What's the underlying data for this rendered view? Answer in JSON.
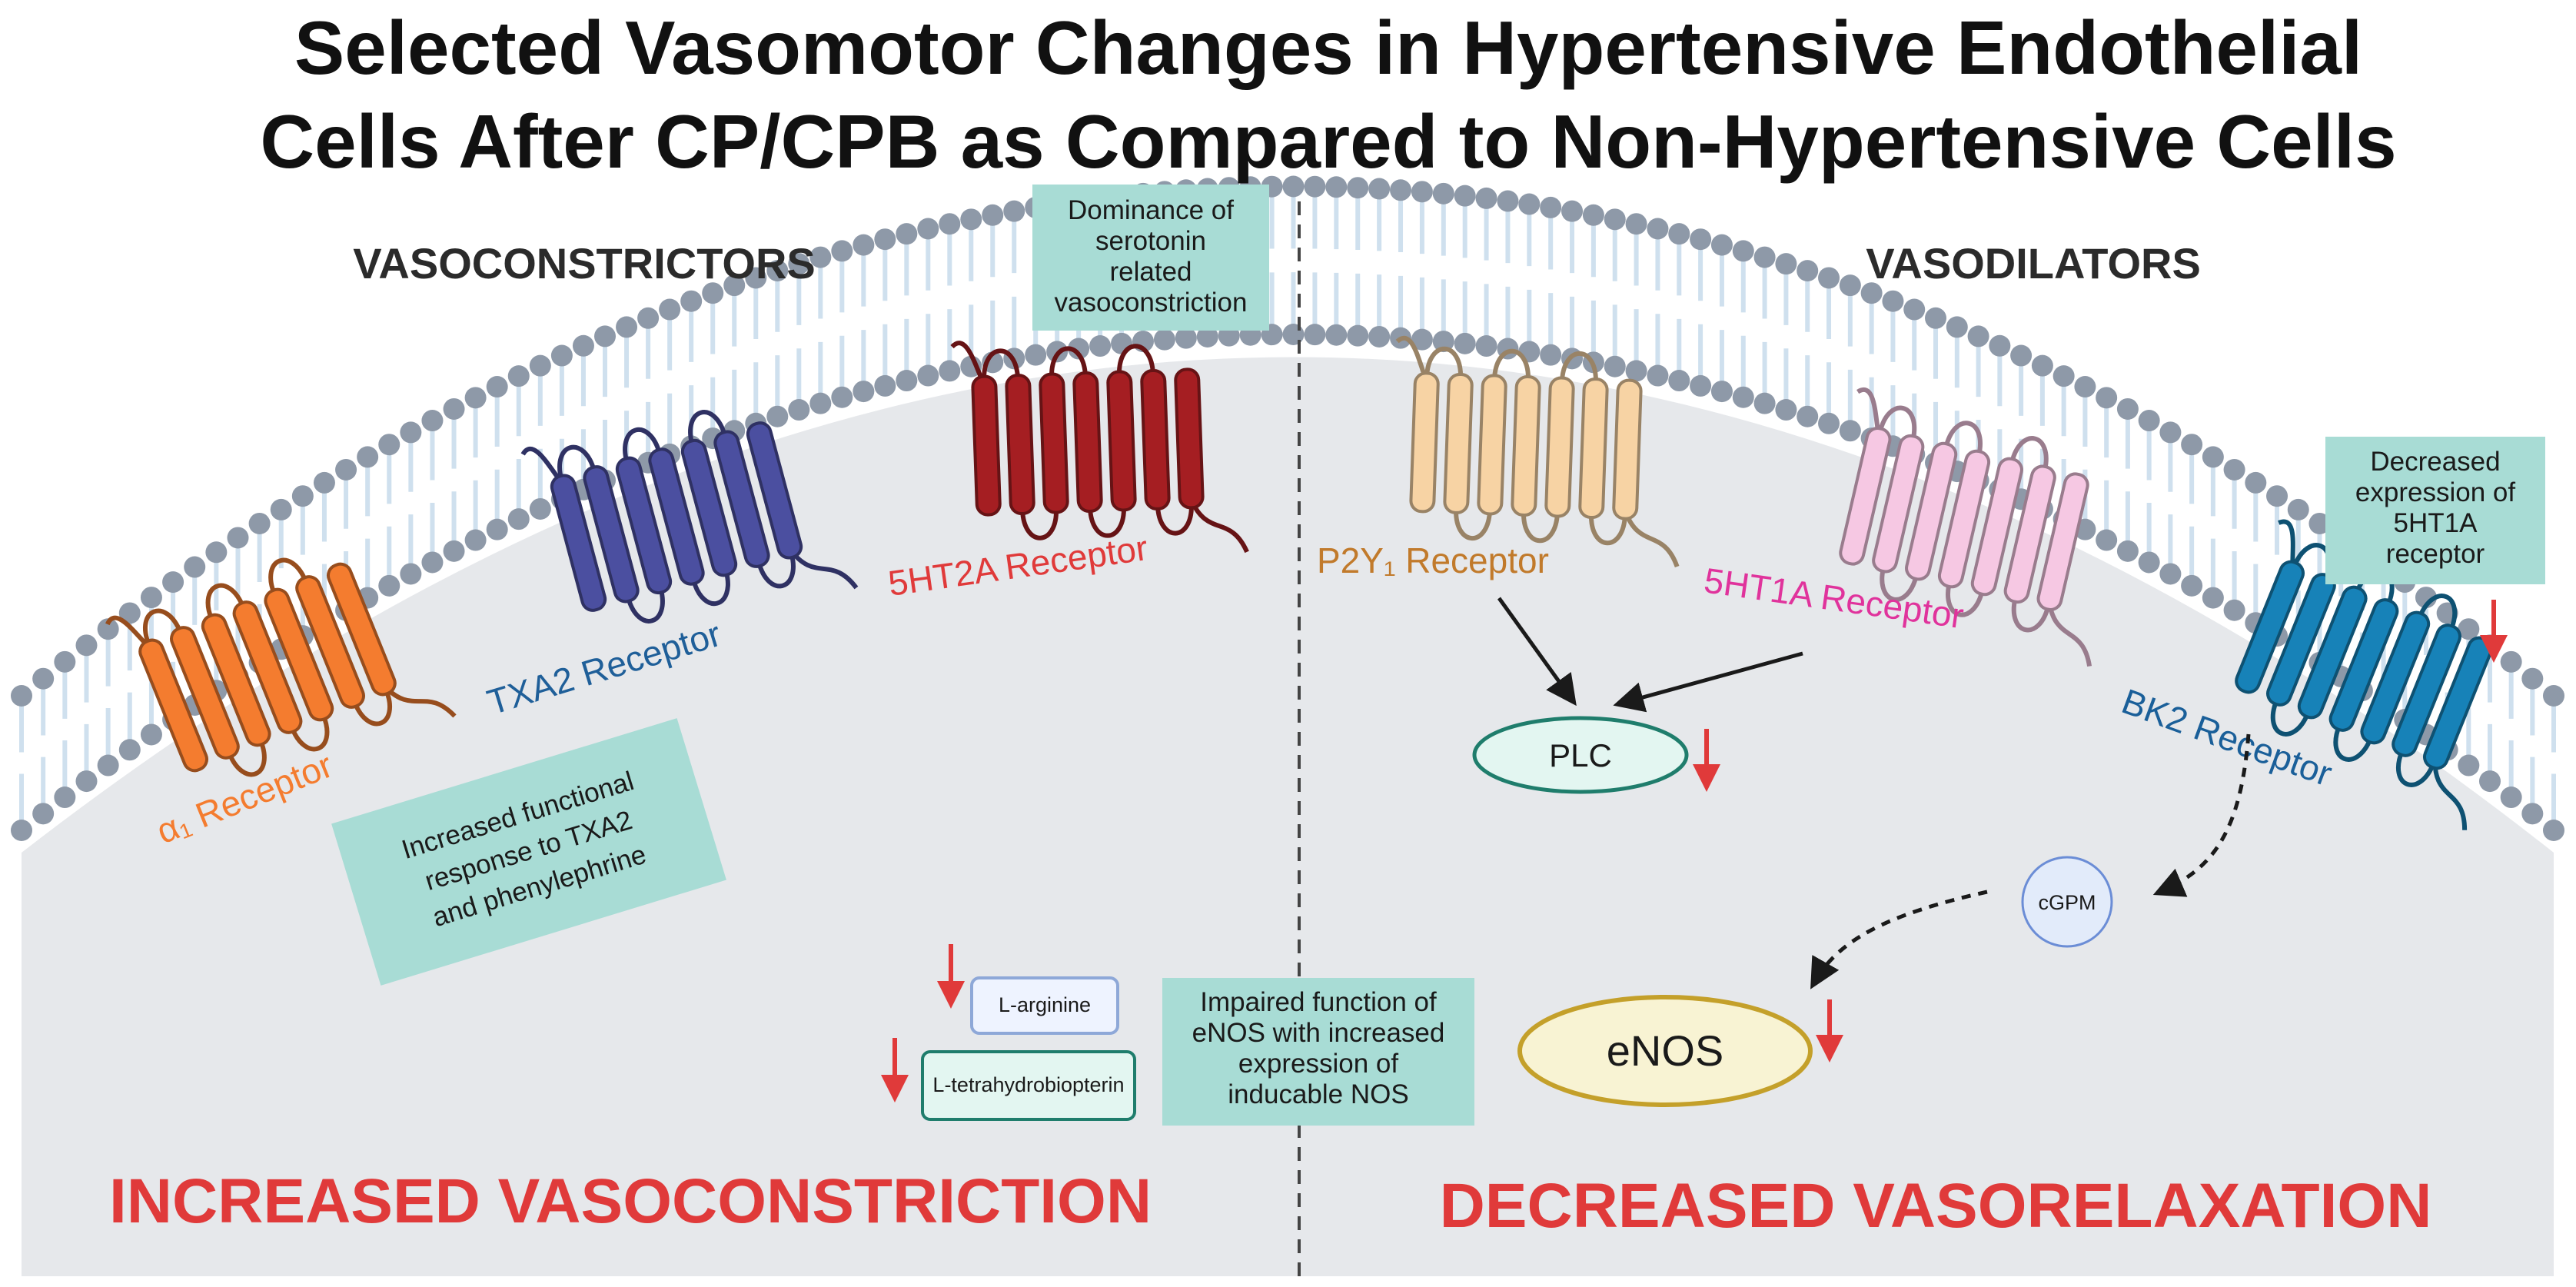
{
  "title_line1": "Selected Vasomotor Changes in Hypertensive Endothelial",
  "title_line2": "Cells After CP/CPB as Compared to Non-Hypertensive Cells",
  "left_heading": "VASOCONSTRICTORS",
  "right_heading": "VASODILATORS",
  "notes": {
    "serotonin": [
      "Dominance of",
      "serotonin",
      "related",
      "vasoconstriction"
    ],
    "txa2": [
      "Increased functional",
      "response to TXA2",
      "and phenylephrine"
    ],
    "enos": [
      "Impaired function of",
      "eNOS with increased",
      "expression of",
      "inducable NOS"
    ],
    "ht1a": [
      "Decreased",
      "expression of",
      "5HT1A",
      "receptor"
    ]
  },
  "receptors": {
    "alpha1": {
      "label": "α₁ Receptor",
      "color": "#f47c2f"
    },
    "txa2": {
      "label": "TXA2 Receptor",
      "color": "#4b4fa0"
    },
    "ht2a": {
      "label": "5HT2A Receptor",
      "color": "#a51e22"
    },
    "p2y1": {
      "label": "P2Y₁ Receptor",
      "color": "#f7d3a4"
    },
    "ht1a": {
      "label": "5HT1A Receptor",
      "color": "#f6c8e3"
    },
    "bk2": {
      "label": "BK2 Receptor",
      "color": "#1782b8"
    }
  },
  "molecules": {
    "plc": "PLC",
    "cgpm": "cGPM",
    "enos": "eNOS",
    "larginine": "L-arginine",
    "ltetra": "L-tetrahydrobiopterin"
  },
  "bottom_left": "INCREASED VASOCONSTRICTION",
  "bottom_right": "DECREASED VASORELAXATION",
  "colors": {
    "note_bg": "#a8dcd5",
    "red_arrow": "#e03a3a",
    "membrane_head": "#8e99a8",
    "membrane_tail": "#cfe0ee",
    "cytoplasm": "#e6e8eb"
  }
}
